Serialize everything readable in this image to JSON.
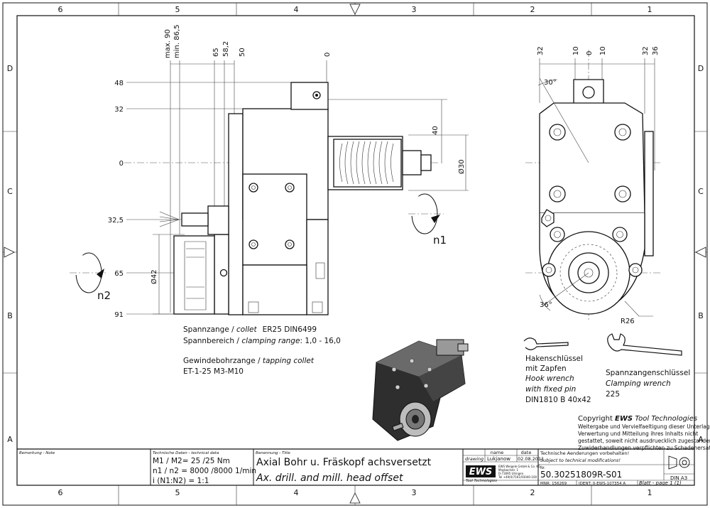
{
  "zones": {
    "columns": [
      "6",
      "5",
      "4",
      "3",
      "2",
      "1"
    ],
    "rows": [
      "D",
      "C",
      "B",
      "A"
    ]
  },
  "front_view_dims": {
    "top": [
      "max. 90",
      "min. 86,5",
      "65",
      "58,2",
      "50",
      "0"
    ],
    "left": [
      "48",
      "32",
      "0",
      "32,5",
      "65",
      "91"
    ],
    "right": [
      "40",
      "Ø30"
    ],
    "collet_dia": "Ø42"
  },
  "side_view_dims": {
    "top": [
      "32",
      "10",
      "0",
      "10",
      "32",
      "36"
    ],
    "angles": [
      "30°",
      "36°"
    ],
    "radius": "R26"
  },
  "rotation_labels": [
    "n1",
    "n2"
  ],
  "notes": {
    "line1_a": "Spannzange / ",
    "line1_b": "collet",
    "line1_c": "ER25    DIN6499",
    "line2_a": "Spannbereich / ",
    "line2_b": "clamping range",
    "line2_c": ": 1,0 - 16,0",
    "line3_a": "Gewindebohrzange / ",
    "line3_b": "tapping collet",
    "line4": "ET-1-25   M3-M10"
  },
  "hook_wrench": {
    "l1": "Hakenschlüssel",
    "l2": "mit Zapfen",
    "l3": "Hook wrench",
    "l4": "with fixed pin",
    "l5": "DIN1810 B 40x42"
  },
  "clamping_wrench": {
    "l1": "Spannzangenschlüssel",
    "l2": "Clamping wrench",
    "l3": "225"
  },
  "copyright": {
    "l1_a": "Copyright ",
    "l1_b": "EWS",
    "l1_c": " Tool Technologies",
    "l2": "Weitergabe und Vervielfaeltigung dieser Unterlage,",
    "l3": "Verwertung und Mitteilung ihres Inhalts nicht",
    "l4": "gestattet, soweit nicht ausdruecklich zugestanden.",
    "l5": "Zuwiderhandlungen verpflichten zu Schadenersatz."
  },
  "title_block": {
    "note_label": "Bemerkung - Note",
    "tech_label": "Technische Daten - technical data",
    "tech1": "M1 / M2= 25  /25  Nm",
    "tech2": "n1 / n2 = 8000 /8000  1/min",
    "tech3": "i  (N1:N2)  = 1:1",
    "name_label": "Benennung - Title",
    "title_de": "Axial Bohr u. Fräskopf achsversetzt",
    "title_en": "Ax. drill. and mill. head offset",
    "col_name": "name",
    "col_date": "date",
    "row_drawing": "drawing",
    "drawer": "Lukjanow",
    "date": "02.08.2011",
    "logo": "EWS",
    "logo_sub": "Tool Technologies",
    "company1": "EWS Weigele GmbH & Co. KG",
    "company2": "Maybachstr. 1",
    "company3": "D-73095 Uhingen",
    "company4": "Tel +49(0)7161/93040-100",
    "change_de": "Technische Aenderungen vorbehalten!",
    "change_en": "Subject to technical modifications!",
    "nr_label": "Nr.",
    "part_no": "50.30251809R-S01",
    "mnr": "MNR: 156269",
    "ident": "IDENT: 0-EWS-107354  A",
    "sheet": "Blatt - page  1 (1)",
    "format": "DIN A3"
  }
}
